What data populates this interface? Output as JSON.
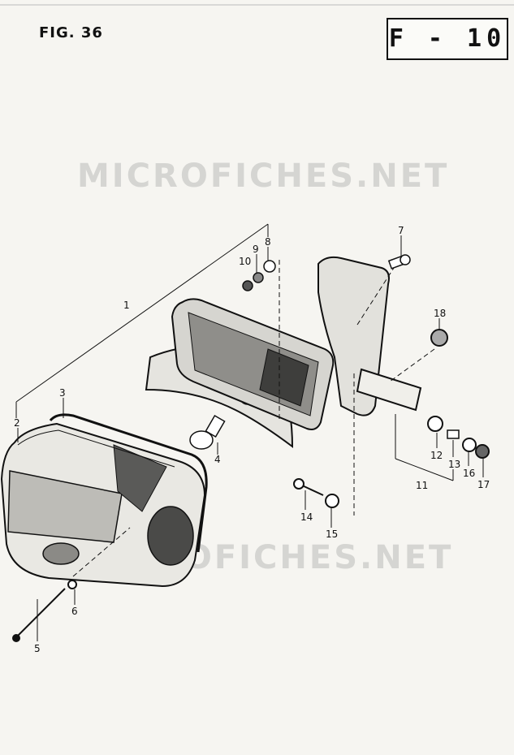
{
  "figure": {
    "label": "FIG. 36",
    "code": "F - 10"
  },
  "watermark": {
    "text": "MICROFICHES.NET"
  },
  "callouts": [
    "1",
    "2",
    "3",
    "4",
    "5",
    "6",
    "7",
    "8",
    "9",
    "10",
    "11",
    "12",
    "13",
    "14",
    "15",
    "16",
    "17",
    "18"
  ]
}
